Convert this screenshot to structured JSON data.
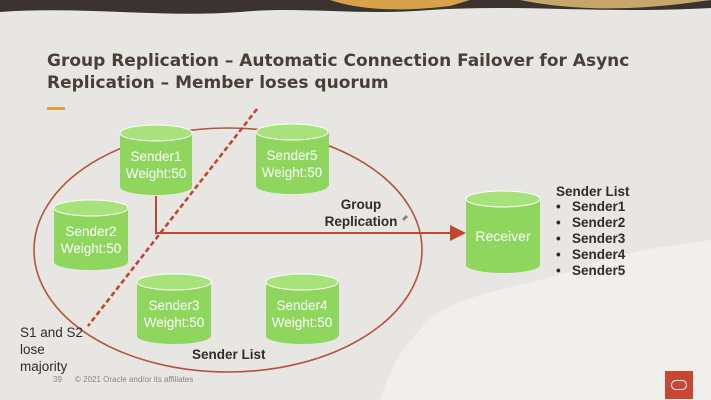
{
  "slide": {
    "title_line1": "Group Replication – Automatic Connection Failover for Async",
    "title_line2": "Replication – Member loses quorum",
    "colors": {
      "accent": "#e2a13b",
      "cylinder_green": "#8fd65e",
      "cylinder_top": "#a8e27a",
      "line_red": "#c0462f",
      "oracle_red": "#c74634"
    }
  },
  "diagram": {
    "senders": [
      {
        "name": "Sender1",
        "weight": "Weight:50"
      },
      {
        "name": "Sender5",
        "weight": "Weight:50"
      },
      {
        "name": "Sender2",
        "weight": "Weight:50"
      },
      {
        "name": "Sender3",
        "weight": "Weight:50"
      },
      {
        "name": "Sender4",
        "weight": "Weight:50"
      }
    ],
    "receiver": "Receiver",
    "group_label_line1": "Group",
    "group_label_line2": "Replication",
    "sender_list_bottom": "Sender List",
    "quorum_line1": "S1 and S2",
    "quorum_line2": "lose",
    "quorum_line3": "majority"
  },
  "sender_list": {
    "title": "Sender List",
    "bullet": "•",
    "items": [
      "Sender1",
      "Sender2",
      "Sender3",
      "Sender4",
      "Sender5"
    ]
  },
  "footer": {
    "page_number": "39",
    "copyright": "© 2021 Oracle and/or its affiliates"
  },
  "logo": {
    "icon": "oracle-logo-icon"
  }
}
